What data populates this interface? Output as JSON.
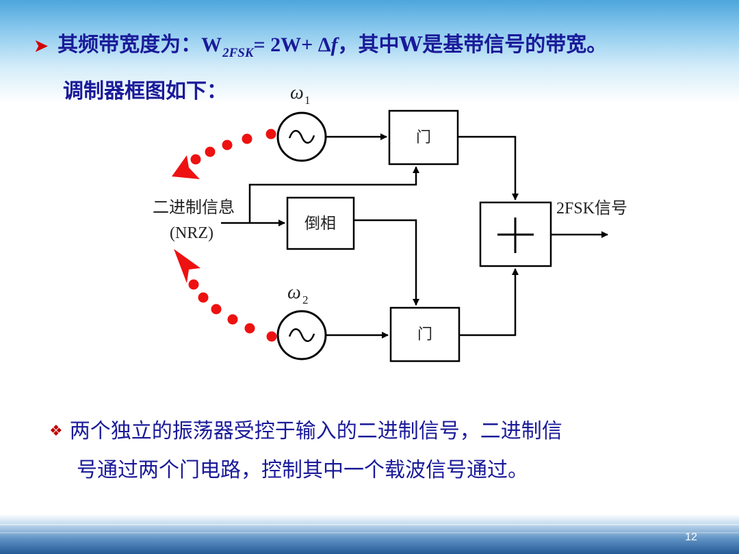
{
  "heading": {
    "prefix": "其频带宽度为：",
    "formula_main": "W",
    "formula_sub": "2FSK",
    "formula_eq": " = 2W+ Δ",
    "formula_f": "f",
    "suffix": "，其中W是基带信号的带宽。"
  },
  "subheading": "调制器框图如下：",
  "diagram": {
    "omega1": "ω",
    "omega1_sub": "1",
    "omega2": "ω",
    "omega2_sub": "2",
    "gate_top": "门",
    "gate_bottom": "门",
    "inverter": "倒相",
    "input_label_line1": "二进制信息",
    "input_label_line2": "(NRZ)",
    "output_label": "2FSK信号",
    "adder_symbol": "+",
    "dot_color": "#ee1111"
  },
  "note": {
    "line1": "两个独立的振荡器受控于输入的二进制信号，二进制信",
    "line2": "号通过两个门电路，控制其中一个载波信号通过。"
  },
  "page_number": "12",
  "colors": {
    "title_text": "#1a1a99",
    "bullet": "#d00000"
  }
}
